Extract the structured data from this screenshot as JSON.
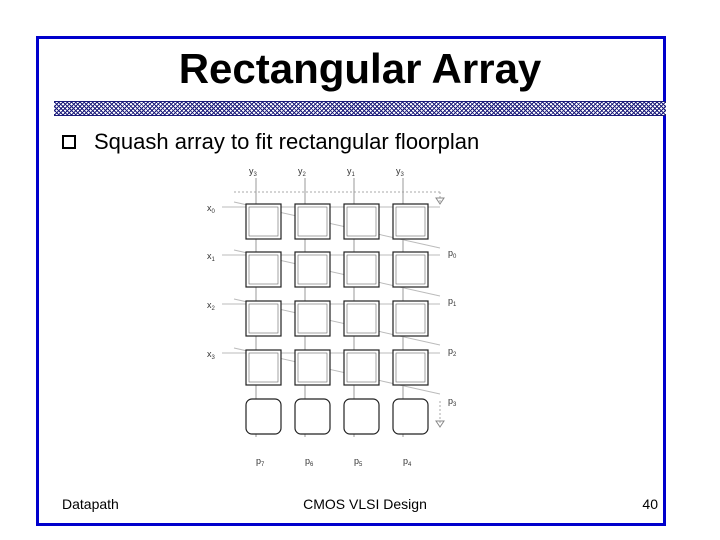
{
  "slide": {
    "title": "Rectangular Array",
    "bullet": "Squash array to fit rectangular floorplan",
    "footer": {
      "left": "Datapath",
      "center": "CMOS VLSI Design",
      "right": "40"
    }
  },
  "diagram": {
    "y_labels": [
      {
        "base": "y",
        "sub": "3"
      },
      {
        "base": "y",
        "sub": "2"
      },
      {
        "base": "y",
        "sub": "1"
      },
      {
        "base": "y",
        "sub": "3"
      }
    ],
    "x_labels": [
      {
        "base": "x",
        "sub": "0"
      },
      {
        "base": "x",
        "sub": "1"
      },
      {
        "base": "x",
        "sub": "2"
      },
      {
        "base": "x",
        "sub": "3"
      }
    ],
    "p_right": [
      {
        "base": "p",
        "sub": "0"
      },
      {
        "base": "p",
        "sub": "1"
      },
      {
        "base": "p",
        "sub": "2"
      },
      {
        "base": "p",
        "sub": "3"
      }
    ],
    "p_bottom": [
      {
        "base": "p",
        "sub": "7"
      },
      {
        "base": "p",
        "sub": "6"
      },
      {
        "base": "p",
        "sub": "5"
      },
      {
        "base": "p",
        "sub": "4"
      }
    ],
    "rows": 4,
    "cols": 4,
    "adder_row": true
  }
}
